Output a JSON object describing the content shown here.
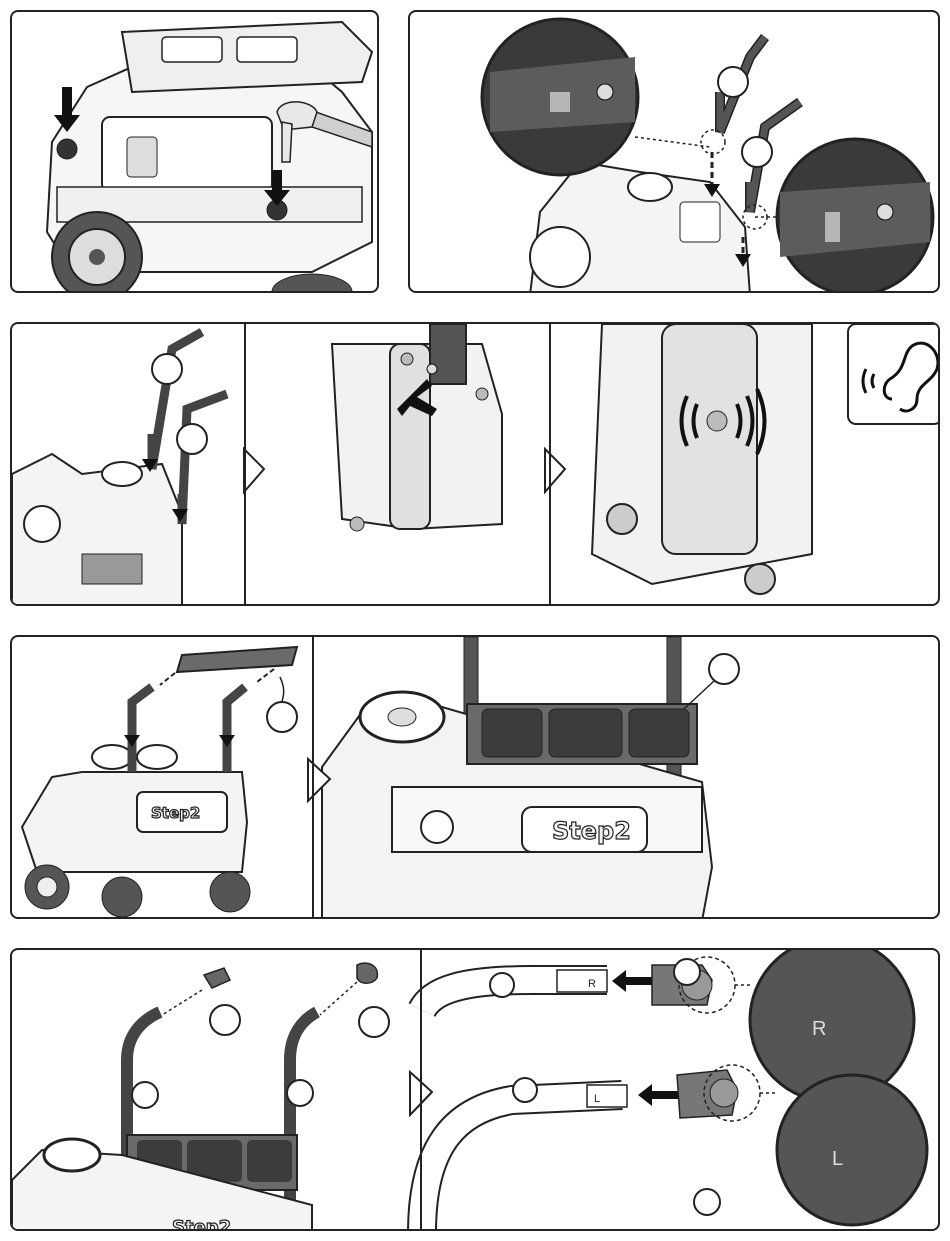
{
  "logo": {
    "brand": "Step2",
    "brand_partial": "Step2"
  },
  "side_labels": {
    "right": "R",
    "left": "L"
  },
  "icons": {
    "listen": "ear-sound-icon",
    "arrow": "arrow-icon",
    "continue": "next-step-triangle-icon"
  },
  "colors": {
    "line": "#222222",
    "tube": "#4a4a4a",
    "photo_bg": "#3a3a3a",
    "panel_bg": "#ffffff"
  }
}
